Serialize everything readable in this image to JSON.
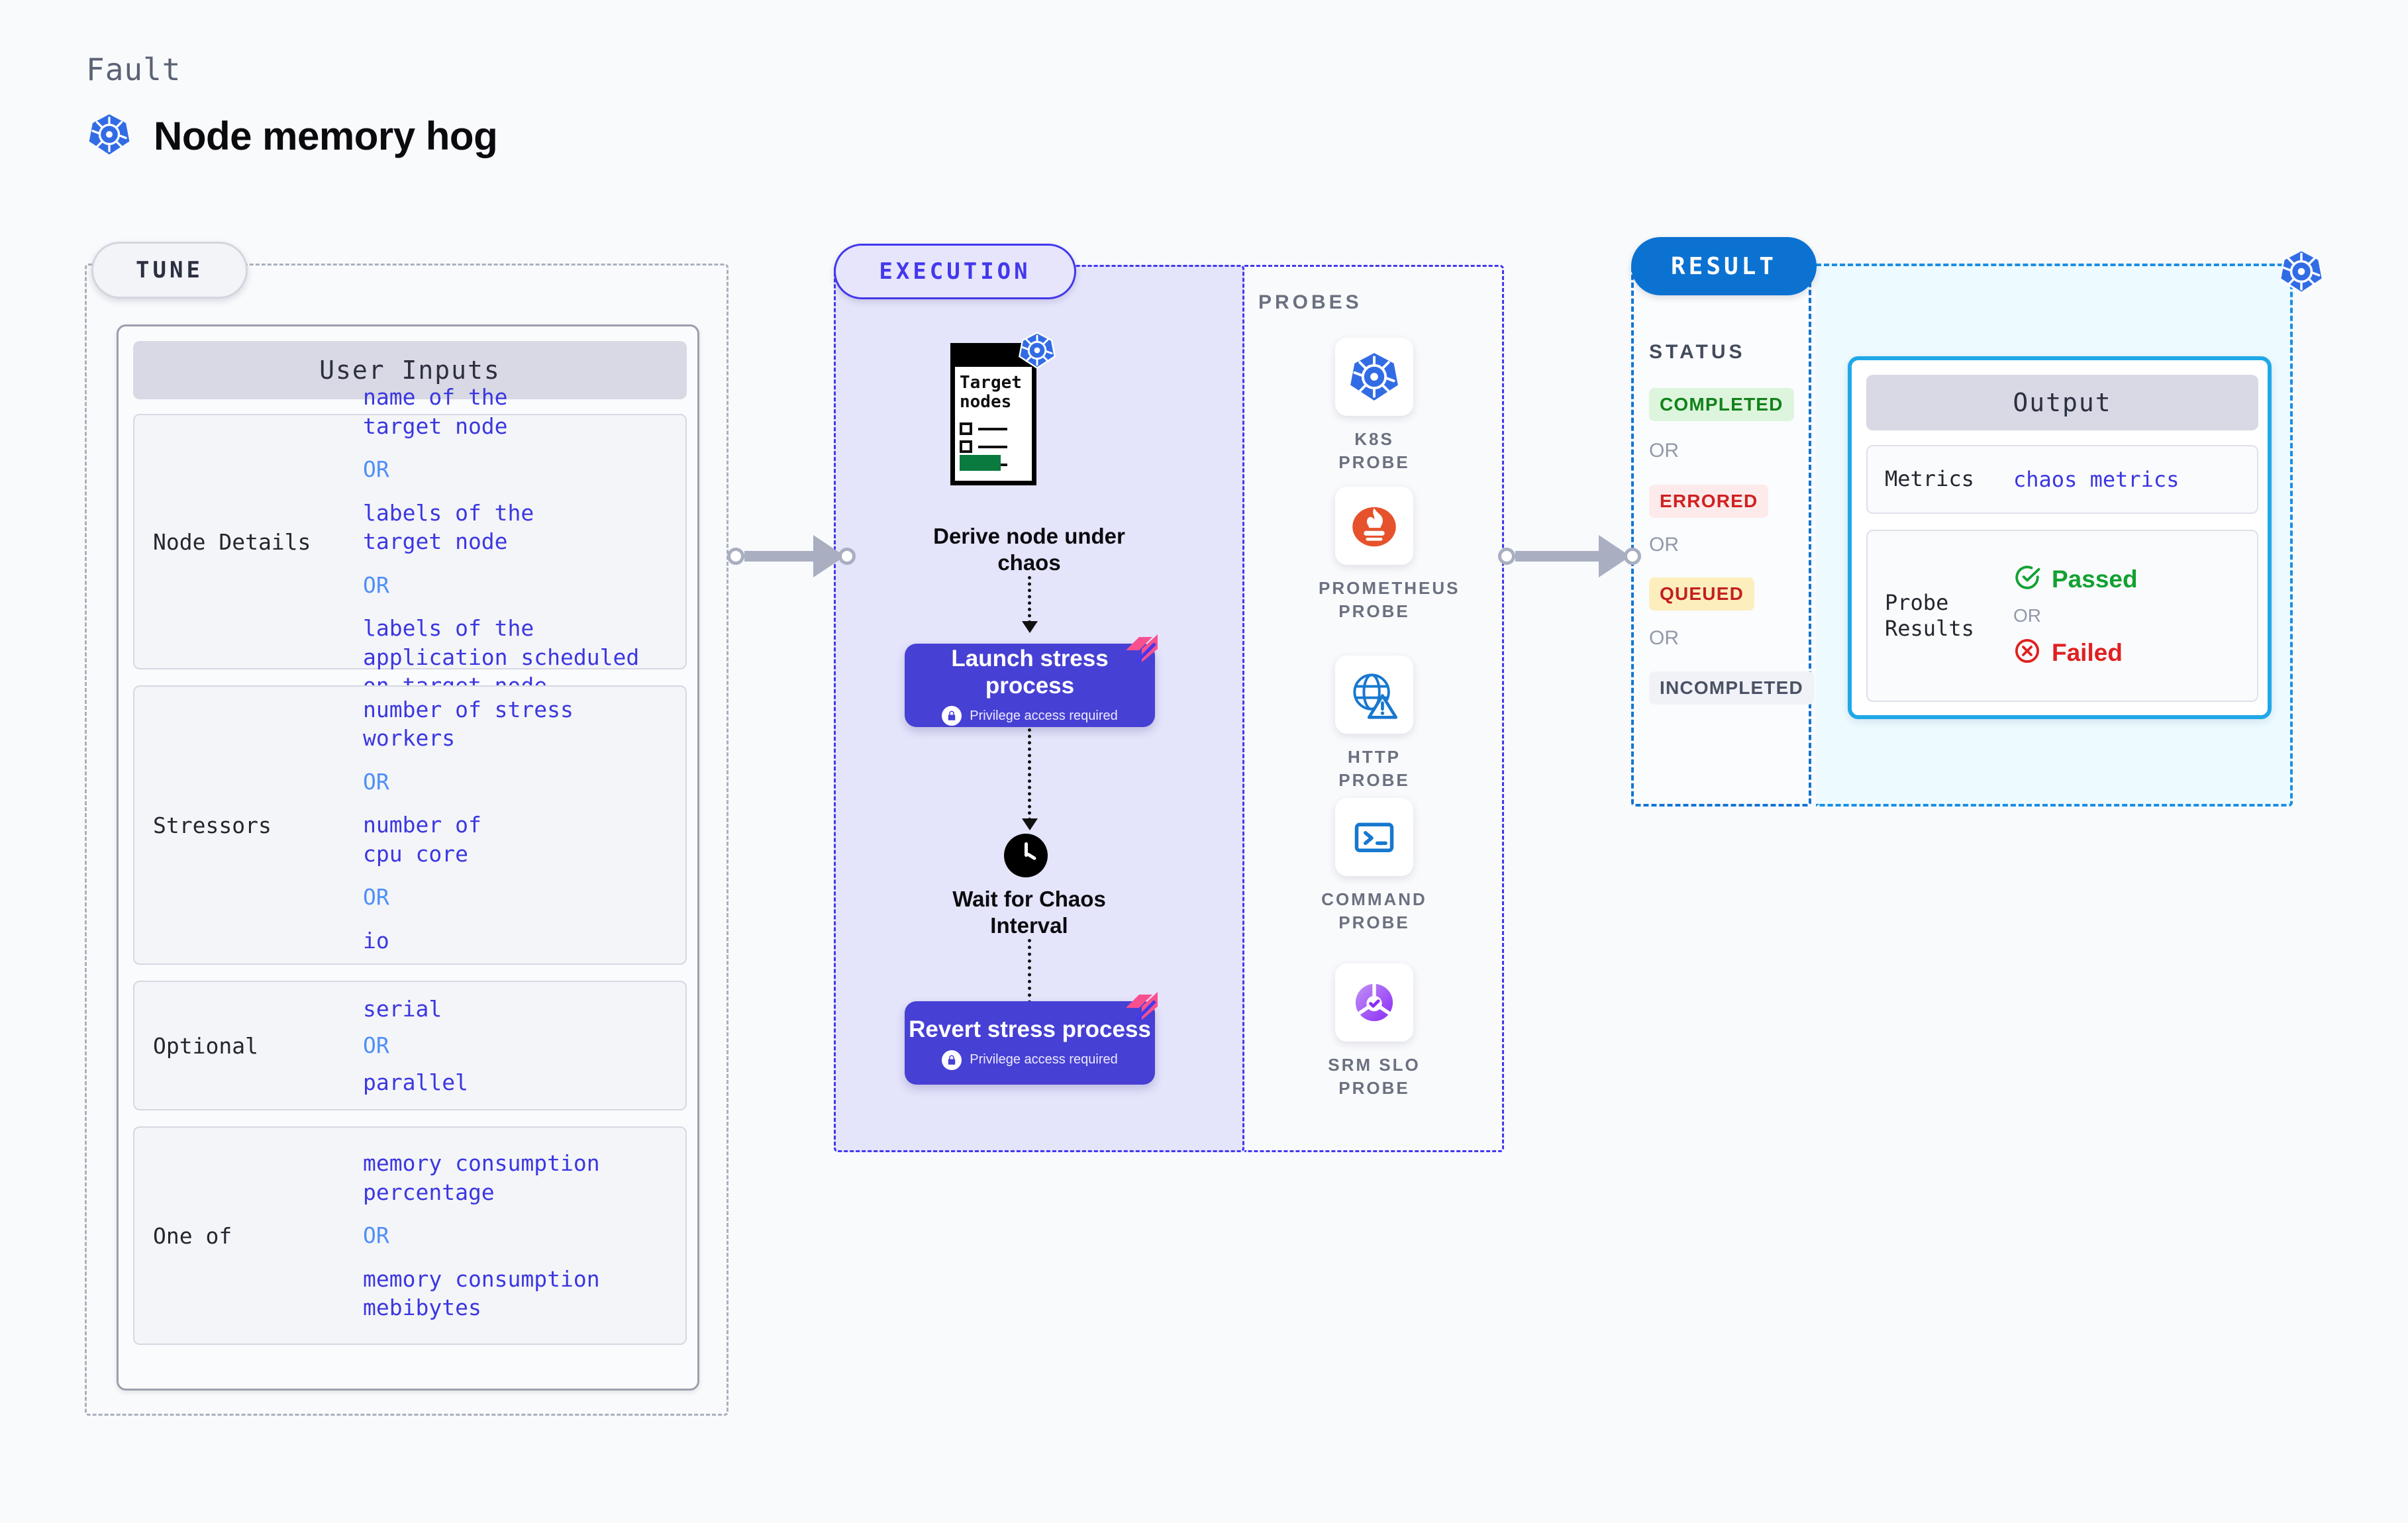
{
  "header": {
    "kicker": "Fault",
    "title": "Node memory hog",
    "icon": "kubernetes-icon"
  },
  "tune": {
    "pill_label": "TUNE",
    "card_header": "User Inputs",
    "rows": [
      {
        "label": "Node Details",
        "values": [
          "name of the target node",
          "labels of the target node",
          "labels of the application  scheduled on target node"
        ],
        "separator": "OR"
      },
      {
        "label": "Stressors",
        "values": [
          "number of stress workers",
          "number of cpu core",
          "io"
        ],
        "separator": "OR"
      },
      {
        "label": "Optional",
        "values": [
          "serial",
          "parallel"
        ],
        "separator": "OR"
      },
      {
        "label": "One of",
        "values": [
          "memory consumption percentage",
          "memory consumption mebibytes"
        ],
        "separator": "OR"
      }
    ]
  },
  "execution": {
    "pill_label": "EXECUTION",
    "steps": [
      {
        "caption": "Derive node under chaos",
        "icon": "target-nodes-terminal-icon",
        "badge": "kubernetes-icon"
      },
      {
        "caption": "Launch stress process",
        "note": "Privilege access required",
        "icon": "lock-icon",
        "badge": "harness-corner-badge"
      },
      {
        "caption": "Wait for Chaos Interval",
        "icon": "clock-icon"
      },
      {
        "caption": "Revert stress process",
        "note": "Privilege access required",
        "icon": "lock-icon",
        "badge": "harness-corner-badge"
      }
    ]
  },
  "probes": {
    "section_label": "PROBES",
    "items": [
      {
        "name": "K8S PROBE",
        "icon": "kubernetes-icon"
      },
      {
        "name": "PROMETHEUS PROBE",
        "icon": "prometheus-icon"
      },
      {
        "name": "HTTP PROBE",
        "icon": "globe-warning-icon"
      },
      {
        "name": "COMMAND PROBE",
        "icon": "terminal-prompt-icon"
      },
      {
        "name": "SRM SLO PROBE",
        "icon": "srm-slo-icon"
      }
    ]
  },
  "result": {
    "pill_label": "RESULT",
    "status_label": "STATUS",
    "separator": "OR",
    "statuses": [
      {
        "label": "COMPLETED",
        "bg": "#ddf5dd",
        "fg": "#12821a"
      },
      {
        "label": "ERRORED",
        "bg": "#fdeaea",
        "fg": "#d02121"
      },
      {
        "label": "QUEUED",
        "bg": "#fdeebd",
        "fg": "#c32020"
      },
      {
        "label": "INCOMPLETED",
        "bg": "#f1f2f7",
        "fg": "#4a5265"
      }
    ],
    "badge_icon": "kubernetes-icon"
  },
  "output": {
    "card_header": "Output",
    "rows": [
      {
        "label": "Metrics",
        "value": "chaos metrics"
      },
      {
        "label": "Probe Results",
        "pass": "Passed",
        "fail": "Failed",
        "separator": "OR"
      }
    ]
  },
  "colors": {
    "execution_accent": "#4338ec",
    "result_accent": "#0b72d2",
    "output_accent": "#1fa8e8",
    "stress_box": "#4740d4",
    "pass_green": "#12a132",
    "fail_red": "#e02020",
    "value_blue": "#3b37e0",
    "or_blue": "#4f8ff7"
  }
}
